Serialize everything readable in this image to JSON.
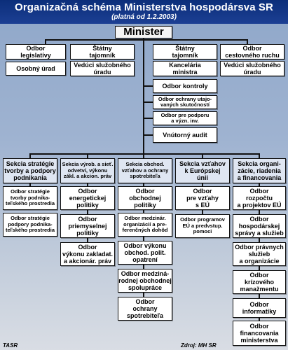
{
  "header": {
    "title": "Organizačná schéma Ministerstva hospodársva SR",
    "subtitle": "(platná od 1.2.2003)"
  },
  "top": {
    "minister": "Minister",
    "odbor_legislativy": "Odbor\nlegislatívy",
    "osobny_urad": "Osobný úrad",
    "statny_tajomnik_left": "Štátny\ntajomník",
    "veduci_left": "Vedúci služobného\núradu",
    "statny_tajomnik_right": "Štátny\ntajomník",
    "kancelaria": "Kancelária\nministra",
    "odbor_cestovneho": "Odbor\ncestovného ruchu",
    "veduci_right": "Vedúci služobného\núradu",
    "odbor_kontroly": "Odbor kontroly",
    "odbor_ochrany": "Odbor ochrany utajo-\nvaných skutočností",
    "odbor_podpory": "Odbor pre podporu\na význ. inv.",
    "vnutorny_audit": "Vnútorný audit"
  },
  "sections": [
    {
      "head": "Sekcia stratégie\ntvorby a podpory\npodnikania",
      "items": [
        "Odbor stratégie\ntvorby podnika-\nteľského prostredia",
        "Odbor stratégie\npodpory podnika-\nteľského prostredia"
      ]
    },
    {
      "head": "Sekcia výrob. a sieť.\nodvetví, výkonu\nzákl. a akcion. práv",
      "items": [
        "Odbor\nenergetickej\npolitiky",
        "Odbor\npriemyselnej\npolitiky",
        "Odbor\nvýkonu zakladat.\na akcionár. práv"
      ]
    },
    {
      "head": "Sekcia obchod.\nvzťahov a ochrany\nspotrebiteľa",
      "items": [
        "Odbor\nobchodnej\npolitiky",
        "Odbor medzinár.\norganizácií a pre-\nferenčných dohôd",
        "Odbor výkonu\nobchod. polit.\nopatrení",
        "Odbor medziná-\nrodnej obchodnej\nspolupráce",
        "Odbor\nochrany\nspotrebiteľa"
      ]
    },
    {
      "head": "Sekcia vzťahov\nk Európskej\núnii",
      "items": [
        "Odbor\npre vzťahy\ns EÚ",
        "Odbor programov\nEÚ a predvstup.\npomoci"
      ]
    },
    {
      "head": "Sekcia organi-\nzácie, riadenia\na financovania",
      "items": [
        "Odbor\nrozpočtu\na projektov EÚ",
        "Odbor\nhospodárskej\nsprávy a služieb",
        "Odbor právnych\nslužieb\na organizácie",
        "Odbor\nkrízového\nmanažmentu",
        "Odbor\ninformatiky",
        "Odbor\nfinancovania\nministerstva"
      ]
    }
  ],
  "footer": {
    "left": "TASR",
    "right": "Zdroj: MH SR"
  }
}
